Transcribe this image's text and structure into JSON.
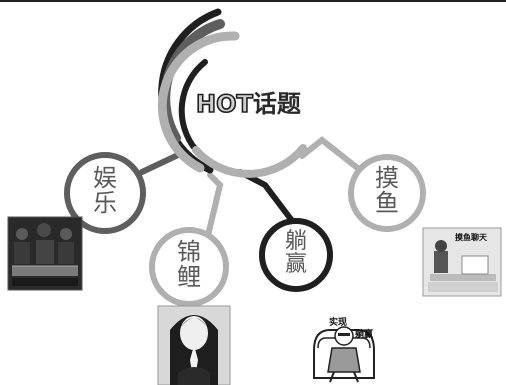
{
  "title": {
    "hot": "HOT",
    "topic": "话题"
  },
  "topics": [
    {
      "chars": [
        "娱",
        "乐"
      ]
    },
    {
      "chars": [
        "锦",
        "鲤"
      ]
    },
    {
      "chars": [
        "躺",
        "赢"
      ]
    },
    {
      "chars": [
        "摸",
        "鱼"
      ]
    }
  ],
  "captions": {
    "moyu": "摸鱼聊天",
    "shixian": "实现",
    "tangying": "躺赢"
  },
  "colors": {
    "ring_dark": "#1f1f1f",
    "ring_mid": "#5e5e5e",
    "ring_light": "#b0b0b0",
    "text": "#5a5a5a"
  }
}
